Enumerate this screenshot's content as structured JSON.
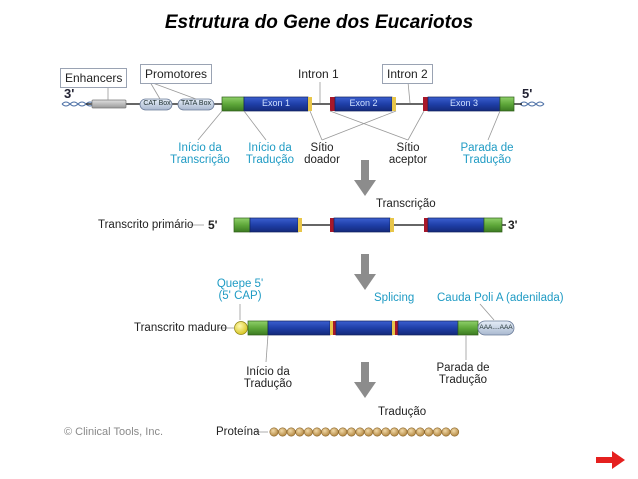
{
  "title": "Estrutura do Gene dos Eucariotos",
  "gene": {
    "strand_left": "3'",
    "strand_right": "5'",
    "enhancers": "Enhancers",
    "promotores": "Promotores",
    "cat_box": "CAT Box",
    "tata_box": "TATA Box",
    "intron1": "Intron 1",
    "intron2": "Intron 2",
    "exon1": "Exon 1",
    "exon2": "Exon 2",
    "exon3": "Exon 3",
    "inicio_transcricao": "Início da\nTranscrição",
    "inicio_traducao": "Início da\nTradução",
    "sitio_doador": "Sítio\ndoador",
    "sitio_aceptor": "Sítio\naceptor",
    "parada_traducao": "Parada de\nTradução"
  },
  "step_transcricao": "Transcrição",
  "primary": {
    "label": "Transcrito primário",
    "left_end": "5'",
    "right_end": "3'"
  },
  "mature": {
    "quepe": "Quepe 5'\n(5' CAP)",
    "splicing": "Splicing",
    "cauda": "Cauda Poli A (adenilada)",
    "label": "Transcrito maduro",
    "polya": "AAA....AAA",
    "inicio_traducao": "Início da\nTradução",
    "parada_traducao": "Parada de\nTradução"
  },
  "step_traducao": "Tradução",
  "copyright": "© Clinical Tools, Inc.",
  "proteina": "Proteína",
  "colors": {
    "exon": "#1f3fa8",
    "utr": "#5fa83a",
    "splice_red": "#a8182a",
    "splice_yellow": "#e8c64a",
    "teal_text": "#1f9bc4",
    "arrow_gray": "#8c8c8c",
    "bead": "#c9a05a",
    "nav_arrow": "#e5201f"
  },
  "protein_beads": 22
}
